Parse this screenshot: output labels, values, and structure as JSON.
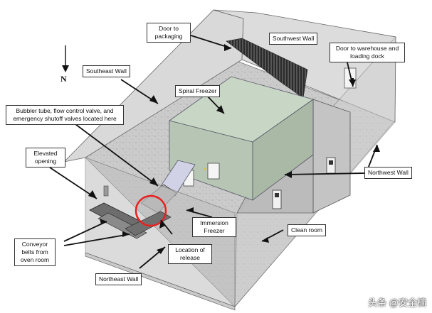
{
  "labels": {
    "door_packaging": "Door to packaging",
    "southwest_wall": "Southwest Wall",
    "door_warehouse": "Door to warehouse and loading dock",
    "southeast_wall": "Southeast Wall",
    "spiral_freezer": "Spiral Freezer",
    "bubbler": "Bubbler tube, flow control valve, and emergency shutoff valves located here",
    "elevated_opening": "Elevated opening",
    "northwest_wall": "Northwest Wall",
    "immersion_freezer": "Immersion Freezer",
    "clean_room": "Clean room",
    "conveyor": "Conveyor belts from oven room",
    "location_release": "Location of release",
    "northeast_wall": "Northeast Wall"
  },
  "compass": {
    "letter": "N"
  },
  "watermark": "头条 @安全楠",
  "colors": {
    "wall": "#d4d4d4",
    "floor": "#c9c9c9",
    "freezer": "#c6d5c4",
    "highlight": "#e8201f"
  }
}
